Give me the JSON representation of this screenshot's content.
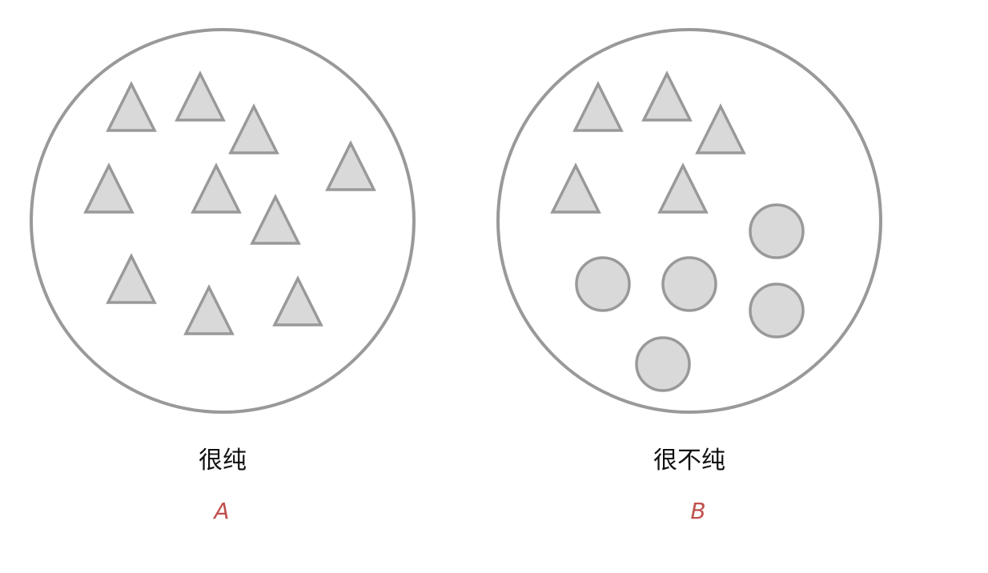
{
  "colors": {
    "outline": "#999999",
    "fill": "#d9d9d9",
    "caption": "#111111",
    "letter": "#c0504d",
    "background": "#ffffff"
  },
  "sets": [
    {
      "caption": "很纯",
      "letter": "A",
      "members": [
        "triangle",
        "triangle",
        "triangle",
        "triangle",
        "triangle",
        "triangle",
        "triangle",
        "triangle",
        "triangle",
        "triangle"
      ]
    },
    {
      "caption": "很不纯",
      "letter": "B",
      "members": [
        "triangle",
        "triangle",
        "triangle",
        "triangle",
        "triangle",
        "circle",
        "circle",
        "circle",
        "circle",
        "circle"
      ]
    }
  ]
}
